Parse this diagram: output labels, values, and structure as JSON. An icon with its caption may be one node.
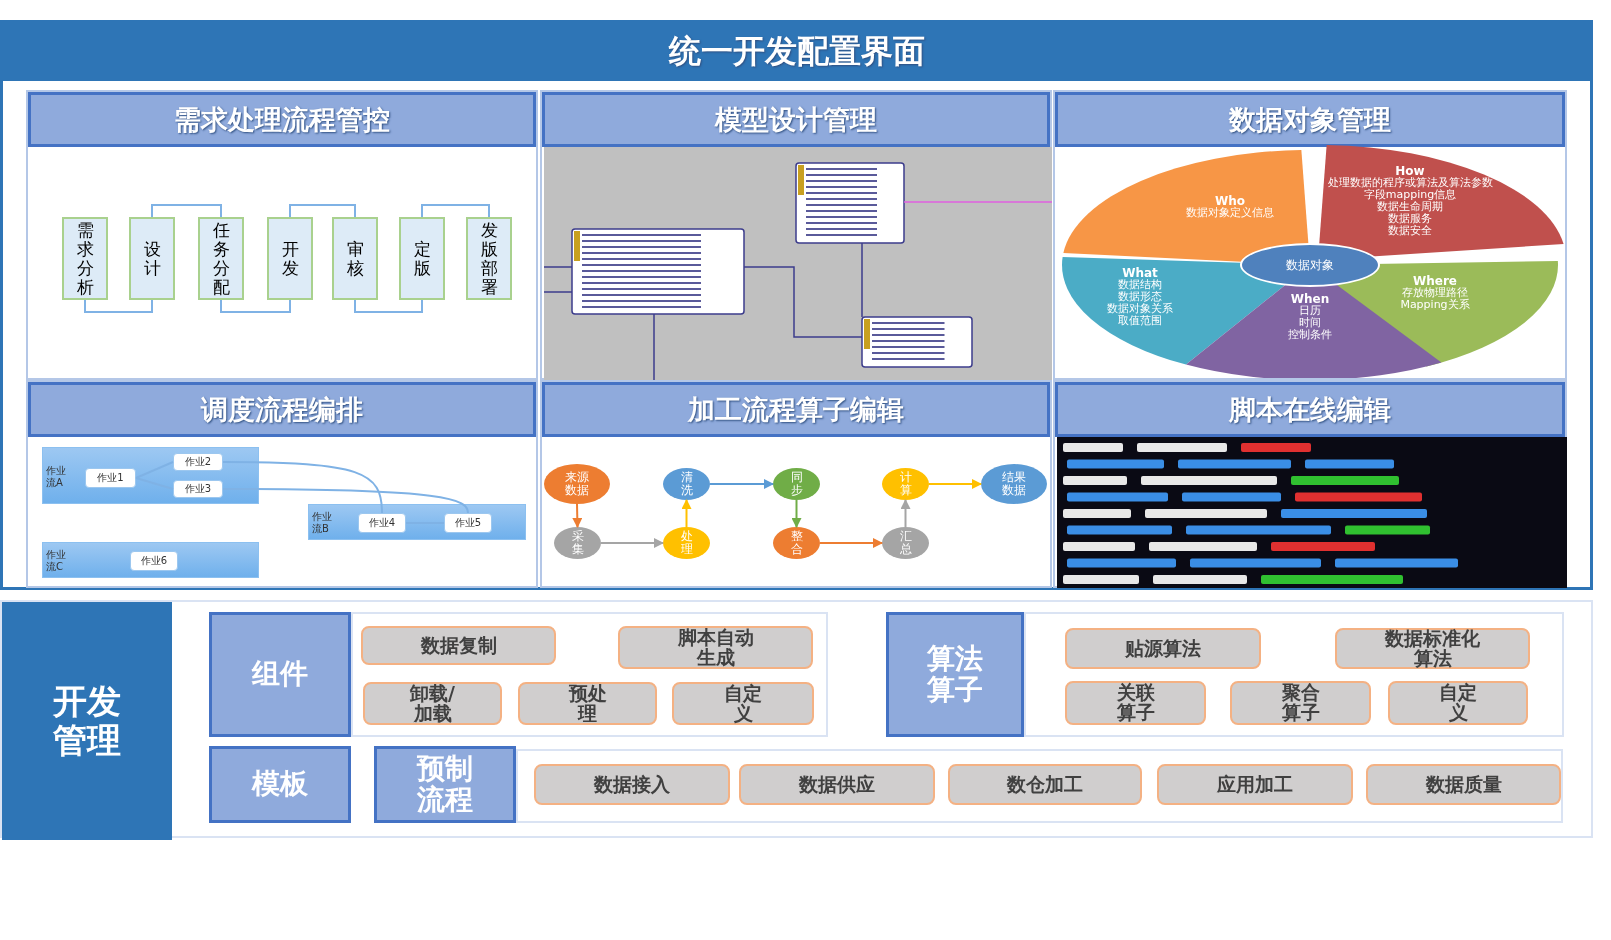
{
  "diagram": {
    "nodes": [
      {
        "text": [
          "统一开发配置界面"
        ]
      },
      {
        "text": [
          "需求处理流程管控"
        ],
        "in": 0
      },
      {
        "text": [
          "需求分析"
        ],
        "in": 1
      },
      {
        "text": [
          "设计"
        ],
        "in": 1
      },
      {
        "text": [
          "任务分配"
        ],
        "in": 1
      },
      {
        "text": [
          "开发"
        ],
        "in": 1
      },
      {
        "text": [
          "审核"
        ],
        "in": 1
      },
      {
        "text": [
          "定版"
        ],
        "in": 1
      },
      {
        "text": [
          "发版部署"
        ],
        "in": 1
      },
      {
        "text": [
          "模型设计管理"
        ],
        "in": 0
      },
      {
        "text": [],
        "shape": "picture",
        "in": 9
      },
      {
        "text": [
          "数据对象管理"
        ],
        "in": 0
      },
      {
        "text": [
          "Who",
          "数据对象定义信息"
        ],
        "in": 11
      },
      {
        "text": [
          "How",
          "处理数据的程序或算法及算法参数",
          "字段mapping信息",
          "数据生命周期",
          "数据服务",
          "数据安全"
        ],
        "in": 11
      },
      {
        "text": [
          "What",
          "数据结构",
          "数据形态",
          "数据对象关系",
          "取值范围"
        ],
        "in": 11
      },
      {
        "text": [
          "数据对象"
        ],
        "in": 11
      },
      {
        "text": [
          "Where",
          "存放物理路径",
          "Mapping关系"
        ],
        "in": 11
      },
      {
        "text": [
          "When",
          "日历",
          "时间",
          "控制条件"
        ],
        "in": 11
      },
      {
        "text": [
          "调度流程编排"
        ],
        "in": 0
      },
      {
        "text": [
          "作业流A"
        ],
        "in": 18
      },
      {
        "text": [
          "作业1"
        ],
        "in": 19
      },
      {
        "text": [
          "作业2"
        ],
        "in": 19
      },
      {
        "text": [
          "作业3"
        ],
        "in": 19
      },
      {
        "text": [
          "作业流B"
        ],
        "in": 18
      },
      {
        "text": [
          "作业4"
        ],
        "in": 23
      },
      {
        "text": [
          "作业5"
        ],
        "in": 23
      },
      {
        "text": [
          "作业流C"
        ],
        "in": 18
      },
      {
        "text": [
          "作业6"
        ],
        "in": 26
      },
      {
        "text": [
          "加工流程算子编辑"
        ],
        "in": 0
      },
      {
        "text": [
          "来源数据"
        ],
        "in": 28
      },
      {
        "text": [
          "清洗"
        ],
        "in": 28
      },
      {
        "text": [
          "同步"
        ],
        "in": 28
      },
      {
        "text": [
          "计算"
        ],
        "in": 28
      },
      {
        "text": [
          "结果数据"
        ],
        "in": 28
      },
      {
        "text": [
          "采集"
        ],
        "in": 28
      },
      {
        "text": [
          "处理"
        ],
        "in": 28
      },
      {
        "text": [
          "整合"
        ],
        "in": 28
      },
      {
        "text": [
          "汇总"
        ],
        "in": 28
      },
      {
        "text": [
          "脚本在线编辑"
        ],
        "in": 0
      },
      {
        "text": [],
        "shape": "picture",
        "in": 38
      },
      {
        "text": [
          "开发管理"
        ]
      },
      {
        "text": [
          "组件"
        ],
        "in": 40
      },
      {
        "text": [
          "数据复制"
        ],
        "in": 40
      },
      {
        "text": [
          "脚本自动生成"
        ],
        "in": 40
      },
      {
        "text": [
          "卸载/加载"
        ],
        "in": 40
      },
      {
        "text": [
          "预处理"
        ],
        "in": 40
      },
      {
        "text": [
          "自定义"
        ],
        "in": 40
      },
      {
        "text": [
          "算法算子"
        ],
        "in": 40
      },
      {
        "text": [
          "贴源算法"
        ],
        "in": 40
      },
      {
        "text": [
          "数据标准化算法"
        ],
        "in": 40
      },
      {
        "text": [
          "关联算子"
        ],
        "in": 40
      },
      {
        "text": [
          "聚合算子"
        ],
        "in": 40
      },
      {
        "text": [
          "自定义"
        ],
        "in": 40
      },
      {
        "text": [
          "模板"
        ],
        "in": 40
      },
      {
        "text": [
          "预制流程"
        ],
        "in": 40
      },
      {
        "text": [
          "数据接入"
        ],
        "in": 40
      },
      {
        "text": [
          "数据供应"
        ],
        "in": 40
      },
      {
        "text": [
          "数仓加工"
        ],
        "in": 40
      },
      {
        "text": [
          "应用加工"
        ],
        "in": 40
      },
      {
        "text": [
          "数据质量"
        ],
        "in": 40
      }
    ],
    "edges": [
      {
        "from": 2,
        "to": 3,
        "arrow": "none"
      },
      {
        "from": 3,
        "to": 4,
        "arrow": "none"
      },
      {
        "from": 4,
        "to": 5,
        "arrow": "none"
      },
      {
        "from": 5,
        "to": 6,
        "arrow": "none"
      },
      {
        "from": 6,
        "to": 7,
        "arrow": "none"
      },
      {
        "from": 7,
        "to": 8,
        "arrow": "none"
      },
      {
        "from": 20,
        "to": 21,
        "arrow": "none"
      },
      {
        "from": 20,
        "to": 22,
        "arrow": "none"
      },
      {
        "from": 21,
        "to": 24,
        "arrow": "none"
      },
      {
        "from": 22,
        "to": 25,
        "arrow": "none"
      },
      {
        "from": 24,
        "to": 25,
        "arrow": "none"
      },
      {
        "from": 29,
        "to": 34,
        "arrow": "to",
        "color": "#ed7d31"
      },
      {
        "from": 34,
        "to": 35,
        "arrow": "to",
        "color": "#a5a5a5"
      },
      {
        "from": 35,
        "to": 30,
        "arrow": "to",
        "color": "#ffc000"
      },
      {
        "from": 30,
        "to": 31,
        "arrow": "to",
        "color": "#5b9bd5"
      },
      {
        "from": 31,
        "to": 36,
        "arrow": "to",
        "color": "#70ad47"
      },
      {
        "from": 36,
        "to": 37,
        "arrow": "to",
        "color": "#ed7d31"
      },
      {
        "from": 37,
        "to": 32,
        "arrow": "to",
        "color": "#a5a5a5"
      },
      {
        "from": 32,
        "to": 33,
        "arrow": "to",
        "color": "#ffc000"
      }
    ]
  }
}
